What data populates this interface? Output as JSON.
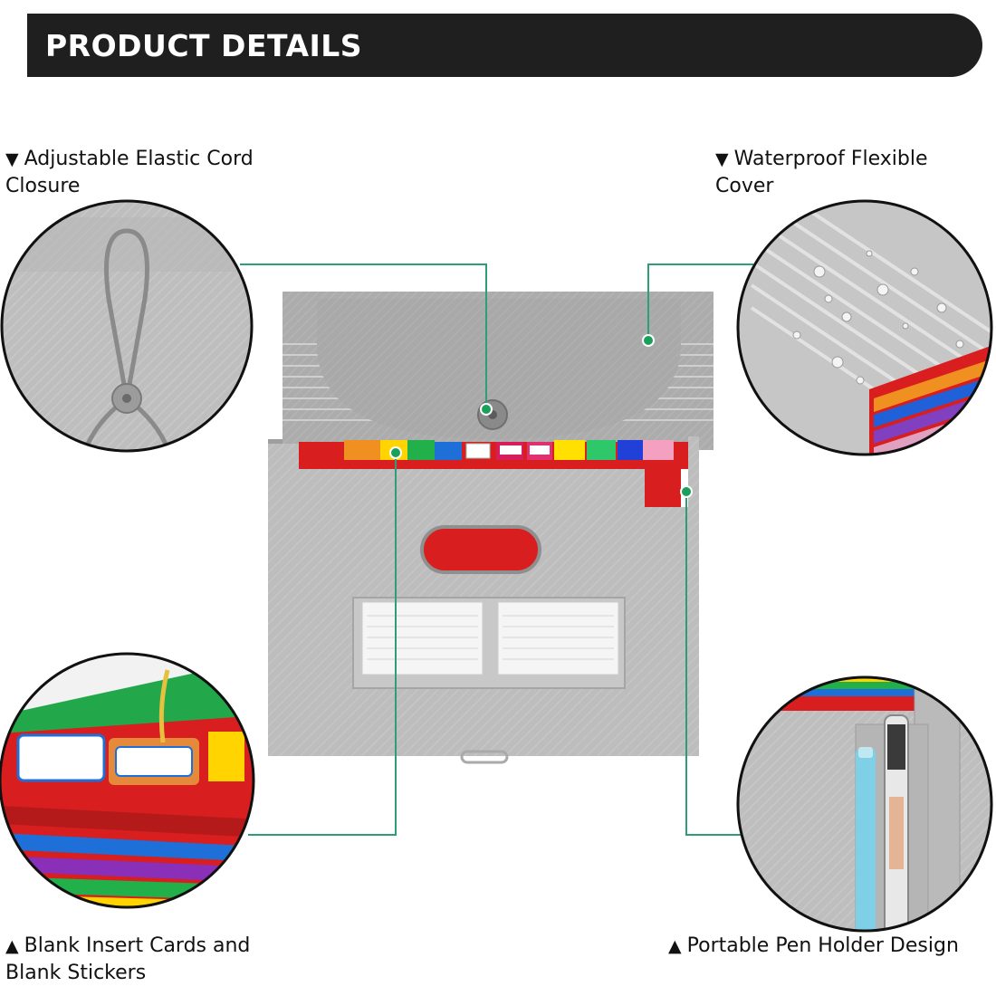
{
  "banner": {
    "title": "PRODUCT DETAILS"
  },
  "features": {
    "closure": {
      "marker": "▼",
      "text": "Adjustable Elastic Cord Closure"
    },
    "cover": {
      "marker": "▼",
      "text": "Waterproof Flexible Cover"
    },
    "cards": {
      "marker": "▲",
      "text": "Blank Insert Cards and Blank Stickers"
    },
    "pen": {
      "marker": "▲",
      "text": "Portable Pen Holder Design"
    }
  },
  "colors": {
    "banner_bg": "#1f1f1f",
    "callout_line": "#2e9e78",
    "body_gray": "#b8b8b8",
    "accent_red": "#d81e1e"
  }
}
